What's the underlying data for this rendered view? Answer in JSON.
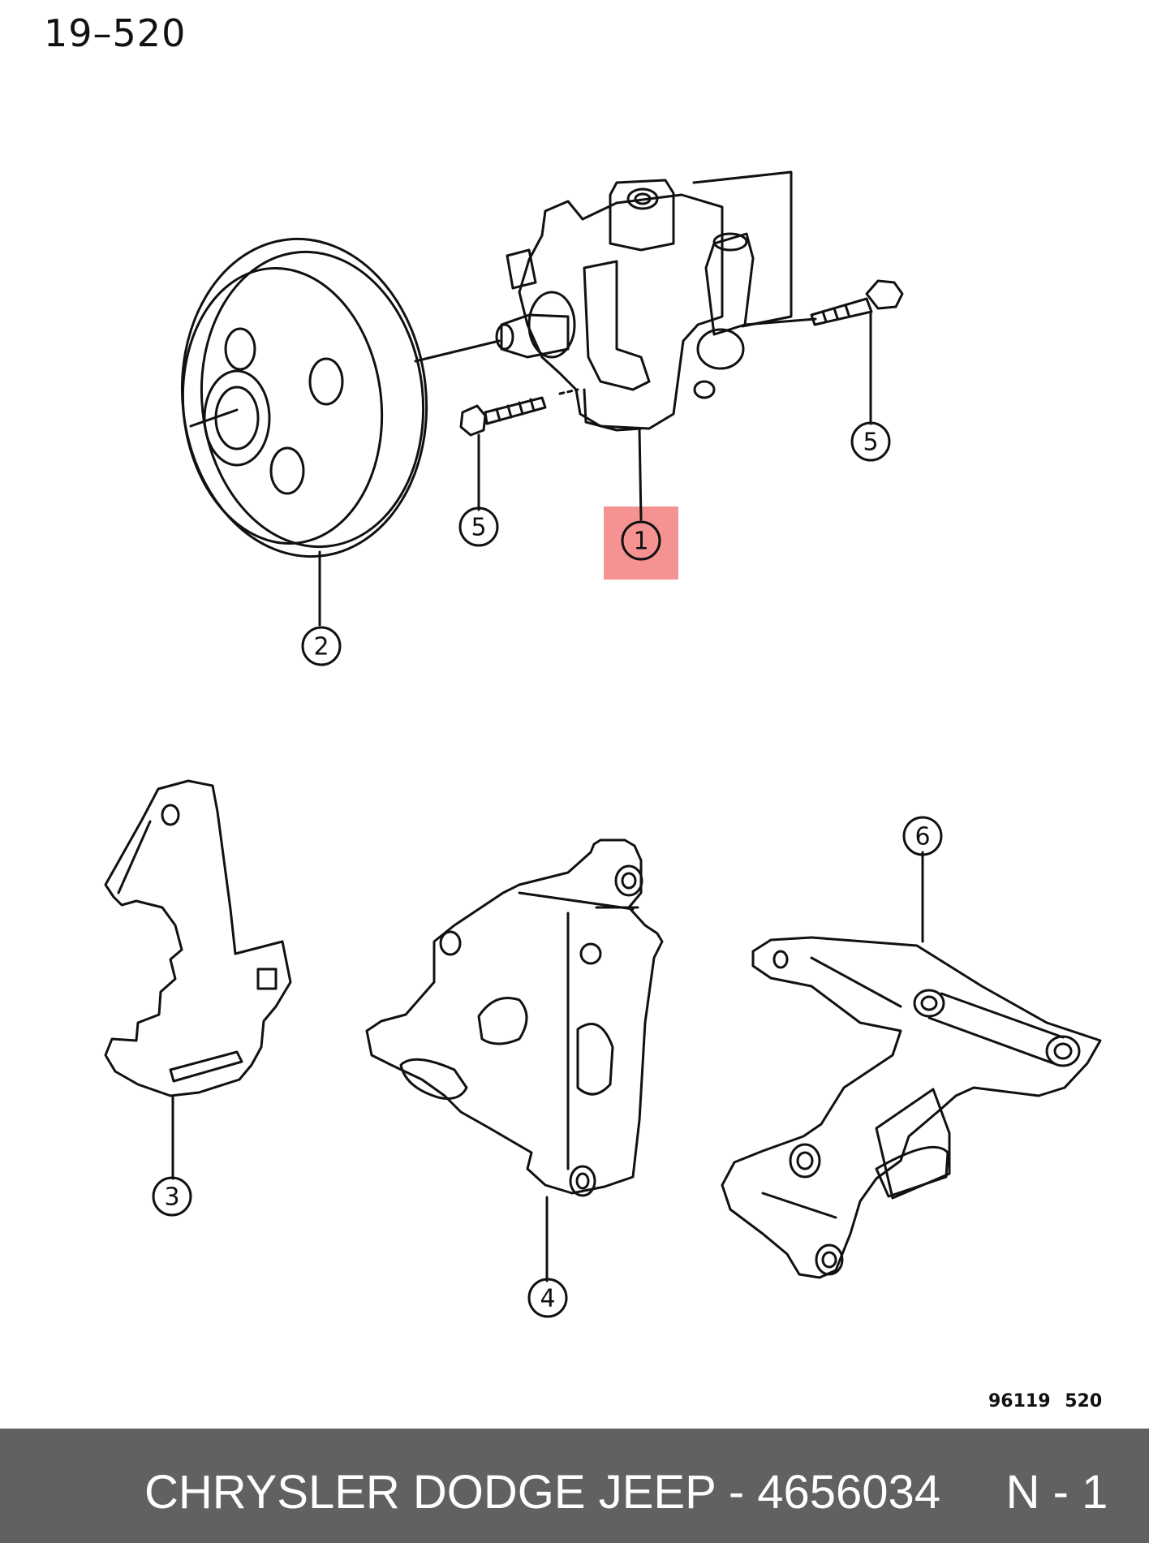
{
  "page_code": "19–520",
  "illustration_code": "96119 520",
  "highlight_color": "#f26d6d",
  "footer": {
    "background": "#616161",
    "text": "CHRYSLER DODGE JEEP - 4656034     N - 1"
  },
  "callouts": {
    "pump": "1",
    "pulley": "2",
    "adjuster_bracket": "3",
    "mount_bracket": "4",
    "bolt_left": "5",
    "bolt_right": "5",
    "support_bracket": "6"
  }
}
